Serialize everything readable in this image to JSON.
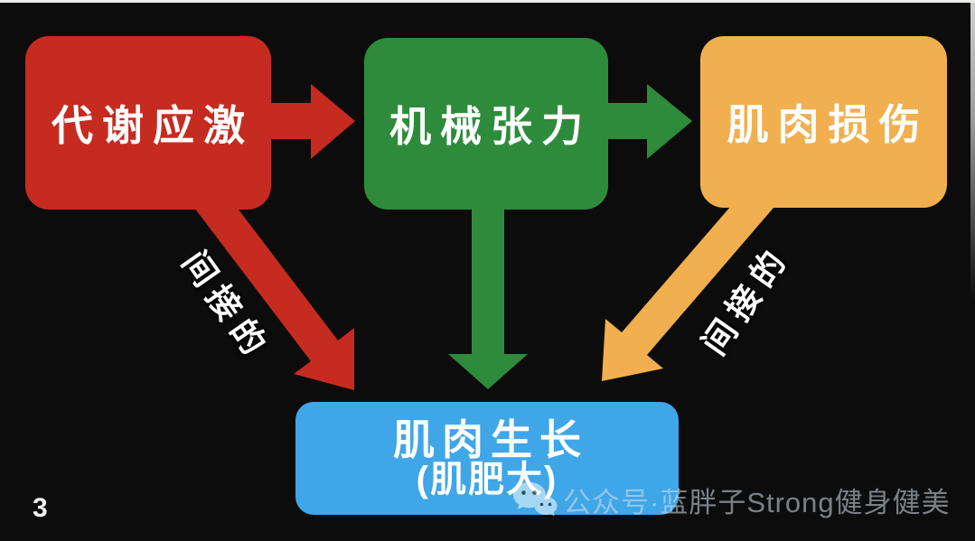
{
  "page": {
    "number": "3"
  },
  "colors": {
    "background": "#0c0c0c",
    "red": "#c62b20",
    "green": "#2e8b3b",
    "orange": "#f1af4f",
    "blue": "#3fa6e8",
    "node_text": "#ffffff",
    "edge_label_text": "#ffffff",
    "watermark_text": "#d7e0e9",
    "frame_edge": "#eceae8"
  },
  "diagram": {
    "nodes": [
      {
        "id": "metabolic-stress",
        "label": "代谢应激",
        "color": "#c62b20"
      },
      {
        "id": "mechanical-tension",
        "label": "机械张力",
        "color": "#2e8b3b"
      },
      {
        "id": "muscle-damage",
        "label": "肌肉损伤",
        "color": "#f1af4f"
      },
      {
        "id": "muscle-growth",
        "label": "肌肉生长",
        "sublabel": "(肌肥大)",
        "color": "#3fa6e8"
      }
    ],
    "edges": [
      {
        "from": "metabolic-stress",
        "to": "mechanical-tension",
        "style": "direct",
        "color": "#c62b20",
        "label": ""
      },
      {
        "from": "mechanical-tension",
        "to": "muscle-damage",
        "style": "direct",
        "color": "#2e8b3b",
        "label": ""
      },
      {
        "from": "metabolic-stress",
        "to": "muscle-growth",
        "style": "indirect",
        "color": "#c62b20",
        "label": "间接的"
      },
      {
        "from": "mechanical-tension",
        "to": "muscle-growth",
        "style": "direct",
        "color": "#2e8b3b",
        "label": ""
      },
      {
        "from": "muscle-damage",
        "to": "muscle-growth",
        "style": "indirect",
        "color": "#f1af4f",
        "label": "间接的"
      }
    ]
  },
  "watermark": {
    "icon": "wechat-icon",
    "text": "公众号·蓝胖子Strong健身健美"
  }
}
